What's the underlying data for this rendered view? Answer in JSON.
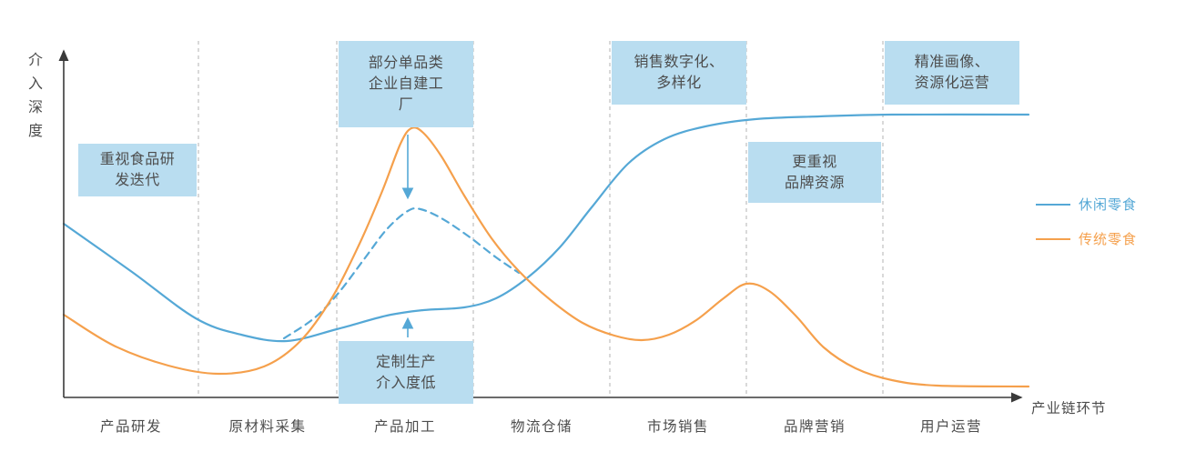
{
  "chart_data": {
    "type": "line",
    "title": "",
    "xlabel": "产业链环节",
    "ylabel": "介入深度",
    "categories": [
      "产品研发",
      "原材料采集",
      "产品加工",
      "物流仓储",
      "市场销售",
      "品牌营销",
      "用户运营"
    ],
    "legend_position": "right",
    "grid": "vertical dashed dividers between industry-chain stages",
    "series": [
      {
        "name": "休闲零食",
        "color": "#55A8D6",
        "dash": false,
        "points": [
          [
            70,
            246
          ],
          [
            145,
            299
          ],
          [
            215,
            350
          ],
          [
            265,
            368
          ],
          [
            315,
            375
          ],
          [
            370,
            362
          ],
          [
            425,
            347
          ],
          [
            465,
            341
          ],
          [
            510,
            338
          ],
          [
            545,
            328
          ],
          [
            580,
            305
          ],
          [
            615,
            272
          ],
          [
            650,
            228
          ],
          [
            690,
            180
          ],
          [
            730,
            153
          ],
          [
            775,
            139
          ],
          [
            830,
            131
          ],
          [
            900,
            128
          ],
          [
            980,
            126
          ],
          [
            1130,
            126
          ]
        ]
      },
      {
        "name": "休闲零食（定制生产虚线）",
        "color": "#55A8D6",
        "dash": true,
        "points": [
          [
            312,
            372
          ],
          [
            345,
            350
          ],
          [
            372,
            322
          ],
          [
            400,
            285
          ],
          [
            425,
            252
          ],
          [
            448,
            232
          ],
          [
            462,
            230
          ],
          [
            485,
            240
          ],
          [
            515,
            260
          ],
          [
            545,
            283
          ],
          [
            570,
            300
          ]
        ]
      },
      {
        "name": "传统零食",
        "color": "#F5A04C",
        "dash": false,
        "points": [
          [
            70,
            346
          ],
          [
            125,
            380
          ],
          [
            185,
            402
          ],
          [
            240,
            411
          ],
          [
            290,
            403
          ],
          [
            330,
            375
          ],
          [
            365,
            327
          ],
          [
            395,
            268
          ],
          [
            420,
            210
          ],
          [
            440,
            158
          ],
          [
            452,
            141
          ],
          [
            465,
            146
          ],
          [
            485,
            172
          ],
          [
            510,
            215
          ],
          [
            540,
            262
          ],
          [
            570,
            298
          ],
          [
            605,
            330
          ],
          [
            640,
            355
          ],
          [
            675,
            369
          ],
          [
            705,
            374
          ],
          [
            735,
            368
          ],
          [
            765,
            352
          ],
          [
            795,
            328
          ],
          [
            820,
            312
          ],
          [
            845,
            320
          ],
          [
            875,
            348
          ],
          [
            905,
            382
          ],
          [
            940,
            405
          ],
          [
            980,
            418
          ],
          [
            1030,
            424
          ],
          [
            1130,
            425
          ]
        ]
      }
    ],
    "annotations": [
      {
        "id": "note-rd",
        "lines": [
          "重视食品研",
          "发迭代"
        ]
      },
      {
        "id": "note-factory",
        "lines": [
          "部分单品类",
          "企业自建工",
          "厂"
        ]
      },
      {
        "id": "note-custom",
        "lines": [
          "定制生产",
          "介入度低"
        ]
      },
      {
        "id": "note-sales",
        "lines": [
          "销售数字化、",
          "多样化"
        ]
      },
      {
        "id": "note-brand",
        "lines": [
          "更重视",
          "品牌资源"
        ]
      },
      {
        "id": "note-user",
        "lines": [
          "精准画像、",
          "资源化运营"
        ]
      }
    ],
    "arrows": [
      {
        "x": 448,
        "from_y": 148,
        "to_y": 216,
        "color": "#55A8D6"
      },
      {
        "x": 448,
        "from_y": 371,
        "to_y": 352,
        "color": "#55A8D6"
      }
    ],
    "layout": {
      "plot_top": 45,
      "plot_bottom": 437,
      "plot_left": 70,
      "plot_right": 1120,
      "dividers_x": [
        218,
        370,
        520,
        670,
        820,
        970
      ]
    }
  },
  "legend": {
    "items": [
      {
        "label": "休闲零食",
        "color": "#55A8D6"
      },
      {
        "label": "传统零食",
        "color": "#F5A04C"
      }
    ]
  },
  "colors": {
    "note_bg": "#B9DDF0",
    "note_text": "#4D4D4D",
    "axis": "#3A3A3A",
    "divider": "#B3B3B3"
  }
}
